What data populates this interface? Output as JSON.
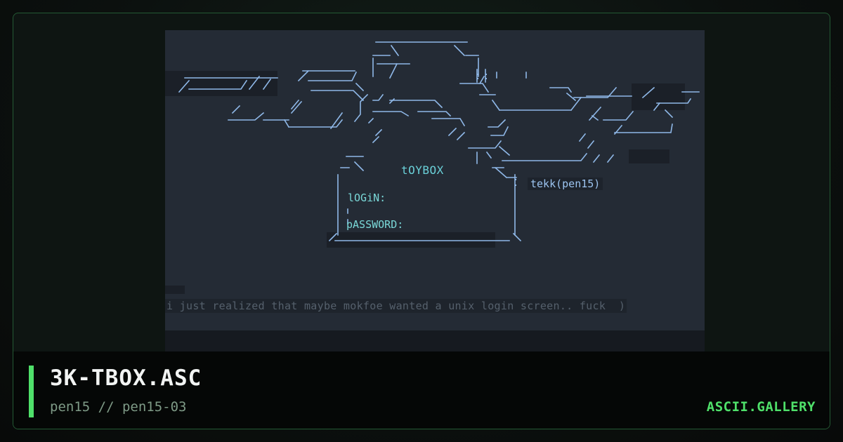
{
  "artwork": {
    "title_word": "tOYBOX",
    "author_tag": "tekk(pen15)",
    "login_label": "lOGiN:",
    "password_label": "pASSWORD:",
    "note": "i just realized that maybe mokfoe wanted a unix login screen.. fuck  )"
  },
  "footer": {
    "filename": "3K-TBOX.ASC",
    "breadcrumb": "pen15 // pen15-03",
    "brand": "ASCII.GALLERY"
  },
  "colors": {
    "accent": "#4fe06a",
    "art_background": "#242b35",
    "art_lines": "#8fb8e8"
  }
}
